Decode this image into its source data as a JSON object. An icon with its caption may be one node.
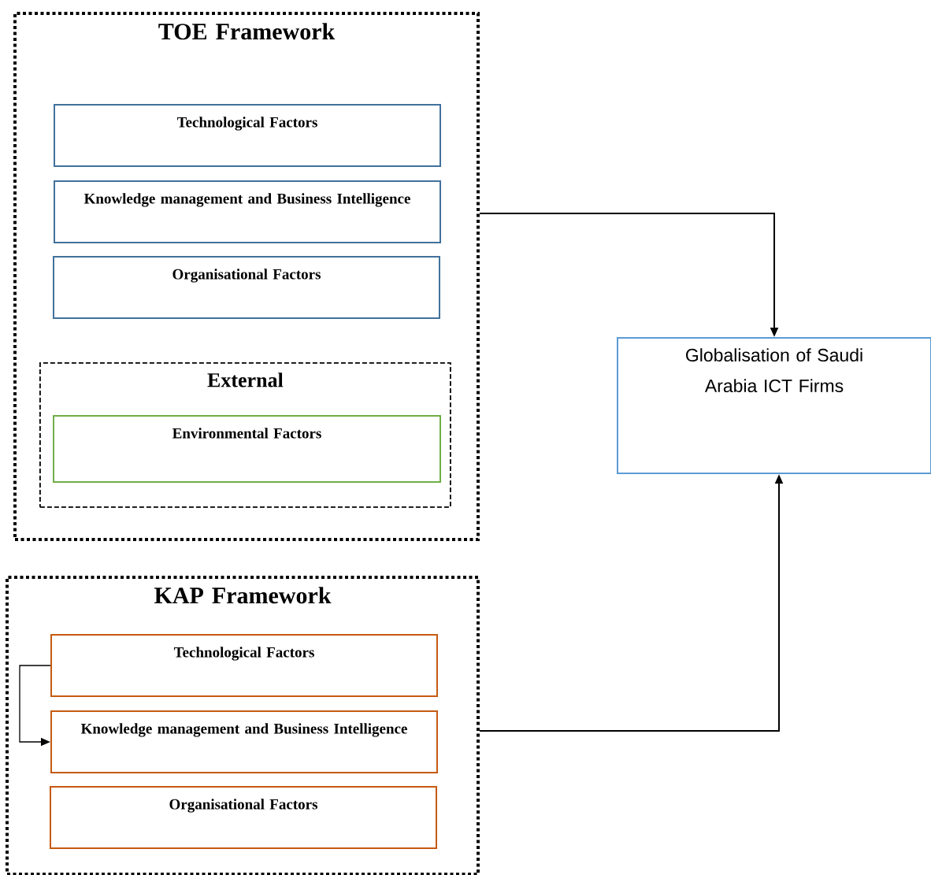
{
  "diagram": {
    "nodes": [
      {
        "text": [
          "TOE Framework"
        ]
      },
      {
        "text": [
          "Technological Factors"
        ],
        "in": 0
      },
      {
        "text": [
          "Knowledge management and Business Intelligence"
        ],
        "in": 0
      },
      {
        "text": [
          "Organisational Factors"
        ],
        "in": 0
      },
      {
        "text": [
          "External"
        ],
        "in": 0
      },
      {
        "text": [
          "Environmental Factors"
        ],
        "in": 4
      },
      {
        "text": [
          "KAP Framework"
        ]
      },
      {
        "text": [
          "Technological Factors"
        ],
        "in": 6
      },
      {
        "text": [
          "Knowledge management and Business Intelligence"
        ],
        "in": 6
      },
      {
        "text": [
          "Organisational Factors"
        ],
        "in": 6
      },
      {
        "text": [
          "Globalisation of Saudi Arabia ICT Firms"
        ]
      }
    ],
    "edges": [
      {
        "from": 0,
        "to": 10,
        "arrow": "to"
      },
      {
        "from": 6,
        "to": 10,
        "arrow": "to"
      },
      {
        "from": 7,
        "to": 8,
        "arrow": "to"
      }
    ]
  }
}
